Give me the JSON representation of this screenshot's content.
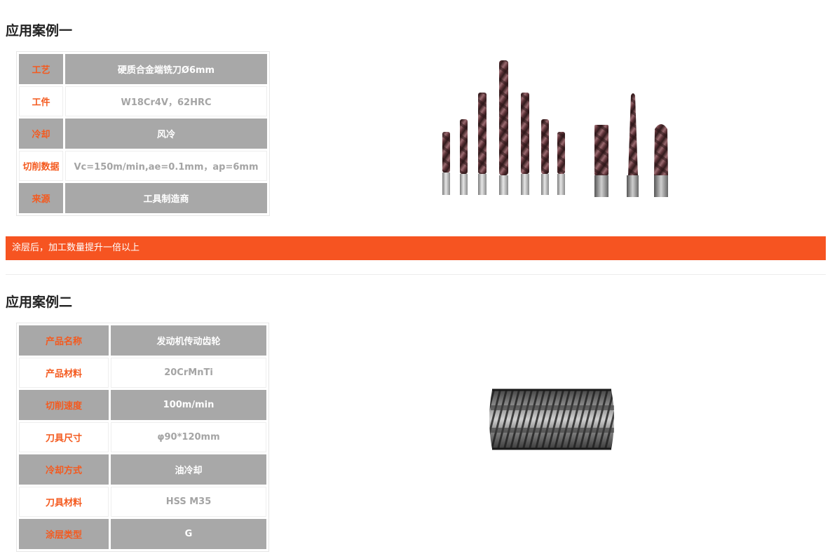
{
  "case1": {
    "title": "应用案例一",
    "rows": [
      {
        "key": "工艺",
        "value": "硬质合金端铣刀Ø6mm"
      },
      {
        "key": "工件",
        "value": "W18Cr4V，62HRC"
      },
      {
        "key": "冷却",
        "value": "风冷"
      },
      {
        "key": "切削数据",
        "value": "Vc=150m/min,ae=0.1mm，ap=6mm"
      },
      {
        "key": "来源",
        "value": "工具制造商"
      }
    ],
    "result": "涂层后，加工数量提升一倍以上"
  },
  "case2": {
    "title": "应用案例二",
    "rows": [
      {
        "key": "产品名称",
        "value": "发动机传动齿轮"
      },
      {
        "key": "产品材料",
        "value": "20CrMnTi"
      },
      {
        "key": "切削速度",
        "value": "100m/min"
      },
      {
        "key": "刀具尺寸",
        "value": "φ90*120mm"
      },
      {
        "key": "冷却方式",
        "value": "油冷却"
      },
      {
        "key": "刀具材料",
        "value": "HSS M35"
      },
      {
        "key": "涂层类型",
        "value": "G"
      }
    ]
  },
  "colors": {
    "accent": "#f65421",
    "label_text": "#f45a1f",
    "gray_row": "#a8a8a8",
    "white_row_value": "#a4a4a4"
  }
}
